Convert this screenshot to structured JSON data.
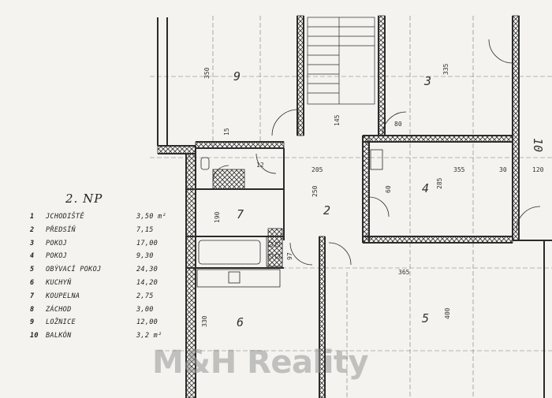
{
  "legend": {
    "title": "2. NP",
    "rooms": [
      {
        "num": "1",
        "name": "JCHODIŠTĚ",
        "area": "3,50 m²"
      },
      {
        "num": "2",
        "name": "PŘEDSÍŇ",
        "area": "7,15"
      },
      {
        "num": "3",
        "name": "POKOJ",
        "area": "17,00"
      },
      {
        "num": "4",
        "name": "POKOJ",
        "area": "9,30"
      },
      {
        "num": "5",
        "name": "OBÝVACÍ POKOJ",
        "area": "24,30"
      },
      {
        "num": "6",
        "name": "KUCHYŇ",
        "area": "14,20"
      },
      {
        "num": "7",
        "name": "KOUPELNA",
        "area": "2,75"
      },
      {
        "num": "8",
        "name": "ZÁCHOD",
        "area": "3,00"
      },
      {
        "num": "9",
        "name": "LOŽNICE",
        "area": "12,00"
      },
      {
        "num": "10",
        "name": "BALKÓN",
        "area": "3,2 m²"
      }
    ]
  },
  "plan": {
    "room_numbers": [
      "9",
      "3",
      "10",
      "2",
      "4",
      "7",
      "6",
      "5"
    ],
    "dimensions": [
      "350",
      "335",
      "205",
      "250",
      "355",
      "285",
      "190",
      "365",
      "400",
      "330",
      "15",
      "30",
      "120",
      "145",
      "60",
      "80",
      "97",
      "12"
    ]
  },
  "watermark": "M&H Reality",
  "colors": {
    "paper": "#f4f3ef",
    "ink": "#2a2a2a",
    "watermark": "#969696"
  }
}
